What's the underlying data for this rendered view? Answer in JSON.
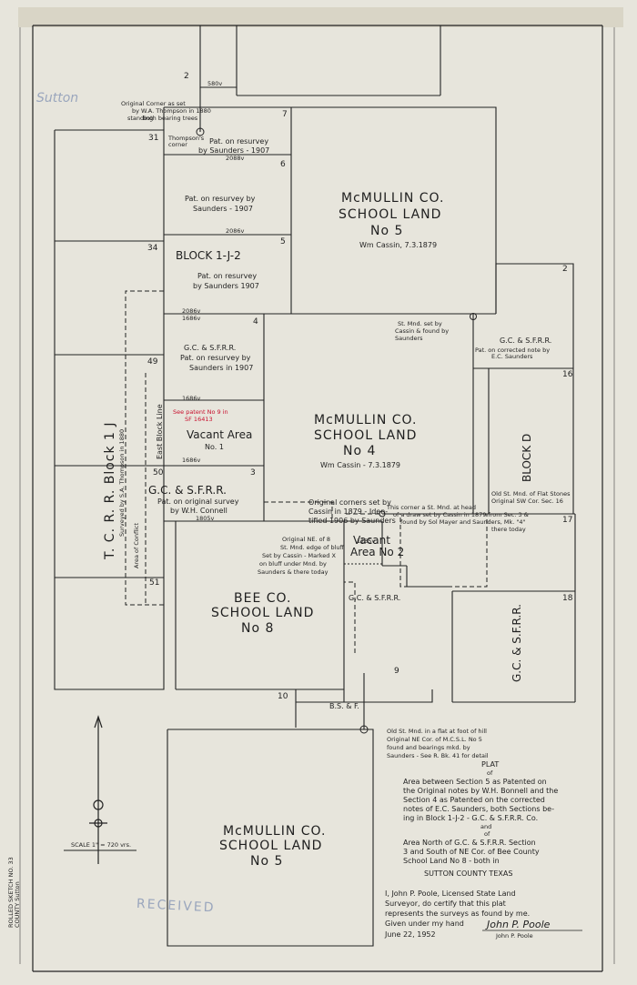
{
  "sections": {
    "s2_top": "2",
    "s7": "7",
    "s31": "31",
    "s6": "6",
    "s5": "5",
    "s34": "34",
    "s4": "4",
    "s49": "49",
    "s50": "50",
    "s3": "3",
    "s51": "51",
    "s2_right": "2",
    "s16": "16",
    "s17": "17",
    "s18": "18",
    "s10": "10",
    "s9": "9"
  },
  "varas": {
    "v580": "580v",
    "v2088_top": "2088v",
    "v2086": "2086v",
    "v2086b": "2086v",
    "v1686": "1686v",
    "v1686b": "1686v",
    "v1686c": "1686v",
    "v1805": "1805v",
    "v1235": "1235v"
  },
  "block_ij2": {
    "title": "BLOCK 1-J-2",
    "pat1_line1": "Pat. on resurvey",
    "pat1_line2": "by Saunders - 1907",
    "pat2_line1": "Pat. on resurvey by",
    "pat2_line2": "Saunders - 1907",
    "pat3_line1": "Pat. on resurvey",
    "pat3_line2": "by Saunders 1907"
  },
  "corner": {
    "line1": "Original Corner as set",
    "line2": "by W.A. Thompson in 1880",
    "line3": "both bearing trees",
    "line4": "standing",
    "thompson_line1": "Thompson's",
    "thompson_line2": "corner"
  },
  "mcmullin5_top": {
    "line1": "McMULLIN CO.",
    "line2": "SCHOOL LAND",
    "line3": "No 5",
    "sub": "Wm Cassin, 7.3.1879"
  },
  "mcmullin4": {
    "line1": "McMULLIN CO.",
    "line2": "SCHOOL LAND",
    "line3": "No 4",
    "sub": "Wm Cassin - 7.3.1879"
  },
  "mcmullin5_bottom": {
    "line1": "McMULLIN CO.",
    "line2": "SCHOOL LAND",
    "line3": "No 5"
  },
  "bee": {
    "line1": "BEE CO.",
    "line2": "SCHOOL LAND",
    "line3": "No 8"
  },
  "gcsf_4": {
    "title": "G.C. & S.F.R.R.",
    "line1": "Pat. on resurvey by",
    "line2": "Saunders in 1907"
  },
  "gcsf_3": {
    "title": "G.C. & S.F.R.R.",
    "line1": "Pat. on original survey",
    "line2": "by W.H. Connell"
  },
  "gcsf_right": {
    "title": "G.C. & S.F.R.R.",
    "line1": "Pat. on corrected note by",
    "line2": "E.C. Saunders"
  },
  "gcsf_small": "G.C. & S.F.R.R.",
  "gcsf_18": "G.C. & S.F.R.R.",
  "block_d": "BLOCK D",
  "tcrr": {
    "title": "T. C. R. R.   Block 1 J",
    "sub": "Surveyed by S.A. Thompson in 1880"
  },
  "area_conflict": "Area of Conflict",
  "east_block_line": "East Block Line",
  "vacant1": {
    "red_line1": "See patent No 9 in",
    "red_line2": "SF 16413",
    "line1": "Vacant Area",
    "line2": "No. 1"
  },
  "vacant2": {
    "line1": "Vacant",
    "line2": "Area No 2"
  },
  "st_mnd_cassin": {
    "line1": "St. Mnd. set by",
    "line2": "Cassin & found by",
    "line3": "Saunders"
  },
  "original_corners": {
    "line1": "Original corners set by",
    "line2": "Cassin in 1879 - Iden-",
    "line3": "tified 1906 by Saunders"
  },
  "original_ne": {
    "line1": "Original NE. of 8",
    "line2": "St. Mnd. edge of bluff",
    "line3": "Set by Cassin - Marked X",
    "line4": "on bluff under Mnd. by",
    "line5": "Saunders & there today"
  },
  "this_corner": {
    "line1": "This corner a St. Mnd. at head",
    "line2": "of a draw set by Cassin in 1879 from Sec. 3 &",
    "line3": "found by Sol Mayer and Saunders, Mk. \"4\"",
    "line4": "there today"
  },
  "old_stones": {
    "line1": "Old St. Mnd. of Flat Stones",
    "line2": "Original SW Cor. Sec. 16"
  },
  "bsf": "B.S. & F.",
  "old_mnd_bottom": {
    "line1": "Old St. Mnd. in a flat at foot of hill",
    "line2": "Original NE Cor. of M.C.S.L. No 5",
    "line3": "found and bearings mkd. by",
    "line4": "Saunders - See R. Bk. 41 for detail"
  },
  "plat": {
    "title": "PLAT",
    "of": "of",
    "line1": "Area between Section 5 as Patented on",
    "line2": "the Original notes by W.H. Bonnell and the",
    "line3": "Section 4 as Patented on the corrected",
    "line4": "notes of E.C. Saunders, both Sections be-",
    "line5": "ing in Block 1-J-2 - G.C. & S.F.R.R. Co.",
    "and": "and",
    "of2": "of",
    "line6": "Area North of G.C. & S.F.R.R. Section",
    "line7": "3 and South of NE Cor. of Bee County",
    "line8": "School Land No 8 - both in",
    "county": "SUTTON COUNTY TEXAS"
  },
  "cert": {
    "line1": "I, John P. Poole, Licensed State Land",
    "line2": "Surveyor, do certify that this plat",
    "line3": "represents the surveys as found by me.",
    "line4": "Given under my hand",
    "date": "June 22, 1952",
    "signature": "John P. Poole",
    "name": "John P. Poole"
  },
  "scale": "SCALE 1\" = 720 vrs.",
  "margin_note": {
    "line1": "ROLLED SKETCH NO. 33",
    "line2": "COUNTY Sutton"
  },
  "received": "RECEIVED",
  "sutton_stamp": "Sutton",
  "colors": {
    "paper": "#e7e5dc",
    "ink": "#1d1d1d",
    "red": "#c8102e",
    "tape": "#d6d1c0"
  }
}
